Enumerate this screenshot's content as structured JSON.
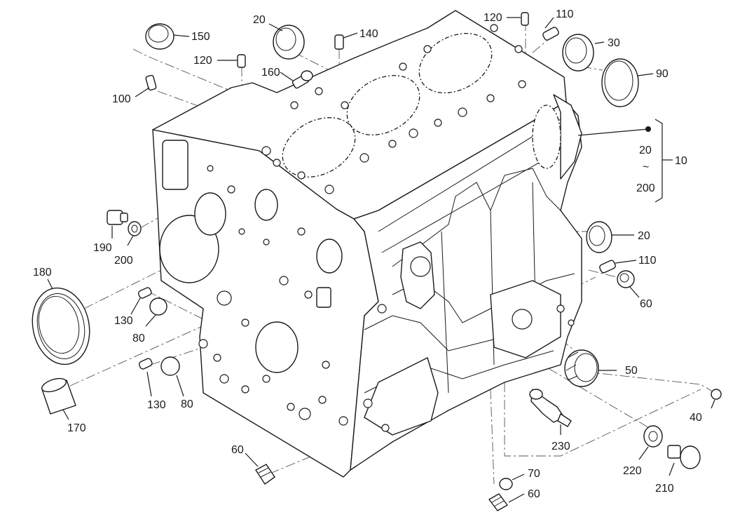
{
  "callouts": {
    "c10": "10",
    "c20_top": "20",
    "c20_range_start": "20",
    "c20_right": "20",
    "range_sep": "~",
    "c200_range_end": "200",
    "c200_left": "200",
    "c30": "30",
    "c40": "40",
    "c50": "50",
    "c60_right": "60",
    "c60_bottom_left": "60",
    "c60_bottom": "60",
    "c70": "70",
    "c80_upper": "80",
    "c80_lower": "80",
    "c90": "90",
    "c100": "100",
    "c110_top": "110",
    "c110_right": "110",
    "c120_left": "120",
    "c120_top": "120",
    "c130_upper": "130",
    "c130_lower": "130",
    "c140": "140",
    "c150": "150",
    "c160": "160",
    "c170": "170",
    "c180": "180",
    "c190": "190",
    "c210": "210",
    "c220": "220",
    "c230": "230"
  }
}
